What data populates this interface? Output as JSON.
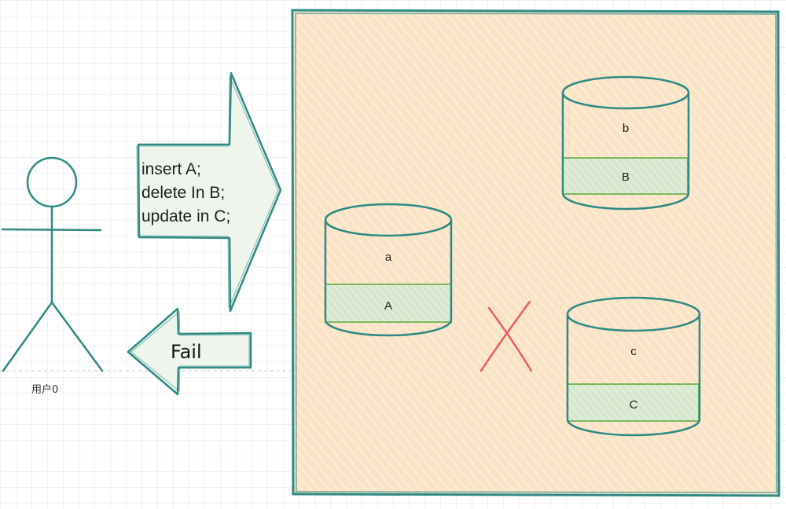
{
  "colors": {
    "grid": "#e3e3e3",
    "teal": "#2e8a84",
    "box_fill": "#fbe3c6",
    "arrow_fill": "#eef5ec",
    "band_fill": "#d7e8cf",
    "band_stroke": "#7cb65f",
    "cross": "#f05a5a"
  },
  "user": {
    "label": "用户0"
  },
  "request_arrow": {
    "lines": [
      "insert A;",
      "delete In B;",
      "update in C;"
    ]
  },
  "response_arrow": {
    "label": "Fail"
  },
  "databases": [
    {
      "id": "a",
      "top_label": "a",
      "band_label": "A"
    },
    {
      "id": "b",
      "top_label": "b",
      "band_label": "B"
    },
    {
      "id": "c",
      "top_label": "c",
      "band_label": "C"
    }
  ],
  "failure_mark": {
    "icon": "cross-icon"
  }
}
